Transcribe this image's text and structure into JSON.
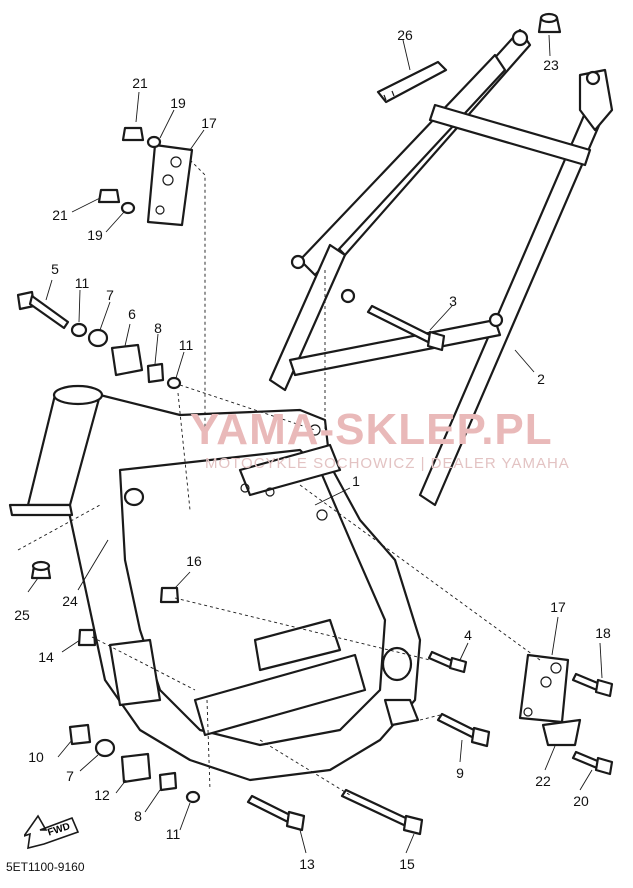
{
  "diagram": {
    "code": "5ET1100-9160",
    "fwd_label": "FWD",
    "watermark": "YAMA-SKLEP.PL",
    "watermark_sub": "MOTOCYKLE SOCHOWICZ | DEALER YAMAHA",
    "callouts": {
      "c1": "1",
      "c2": "2",
      "c3": "3",
      "c4": "4",
      "c5": "5",
      "c6": "6",
      "c7a": "7",
      "c7b": "7",
      "c8a": "8",
      "c8b": "8",
      "c9": "9",
      "c10": "10",
      "c11a": "11",
      "c11b": "11",
      "c11c": "11",
      "c12": "12",
      "c13": "13",
      "c14": "14",
      "c15": "15",
      "c16": "16",
      "c17a": "17",
      "c17b": "17",
      "c18": "18",
      "c19a": "19",
      "c19b": "19",
      "c20": "20",
      "c21a": "21",
      "c21b": "21",
      "c22": "22",
      "c23": "23",
      "c24": "24",
      "c25": "25",
      "c26": "26"
    }
  }
}
